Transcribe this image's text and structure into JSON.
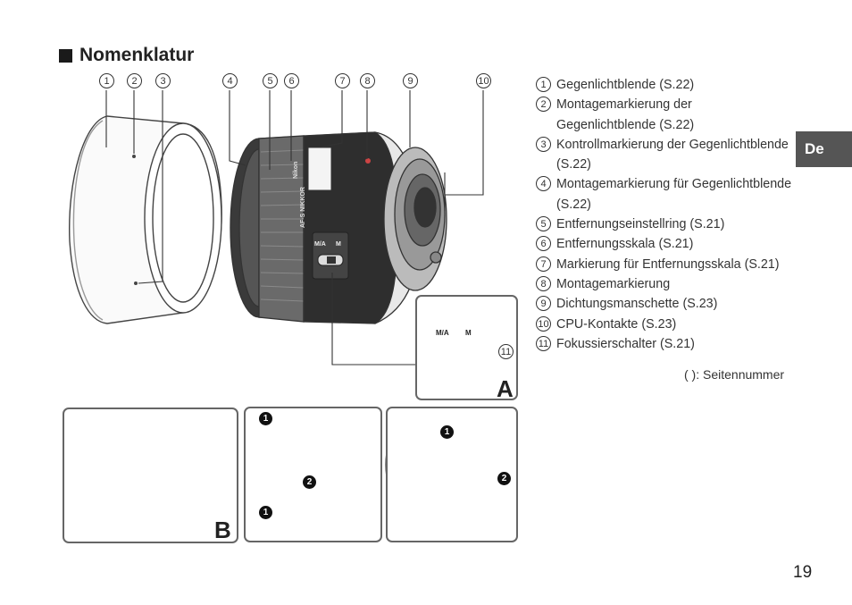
{
  "heading": "Nomenklatur",
  "lang_tab": "De",
  "page_number": "19",
  "footnote": "( ): Seitennummer",
  "callouts": [
    "1",
    "2",
    "3",
    "4",
    "5",
    "6",
    "7",
    "8",
    "9",
    "10"
  ],
  "legend": [
    {
      "num": "1",
      "text": "Gegenlichtblende (S.22)"
    },
    {
      "num": "2",
      "text": "Montagemarkierung der Gegenlichtblende (S.22)"
    },
    {
      "num": "3",
      "text": "Kontrollmarkierung der Gegenlichtblende (S.22)"
    },
    {
      "num": "4",
      "text": "Montagemarkierung für Gegenlichtblende (S.22)"
    },
    {
      "num": "5",
      "text": "Entfernungseinstellring (S.21)"
    },
    {
      "num": "6",
      "text": "Entfernungsskala (S.21)"
    },
    {
      "num": "7",
      "text": "Markierung für Entfernungsskala (S.21)"
    },
    {
      "num": "8",
      "text": "Montagemarkierung"
    },
    {
      "num": "9",
      "text": "Dichtungsmanschette (S.23)"
    },
    {
      "num": "10",
      "text": "CPU-Kontakte (S.23)"
    },
    {
      "num": "11",
      "text": "Fokussierschalter (S.21)"
    }
  ],
  "inset_a": {
    "label": "A",
    "switch_left": "M/A",
    "switch_right": "M",
    "callout": "11"
  },
  "inset_b": {
    "label": "B"
  },
  "lens_text": {
    "brand": "Nikon",
    "model": "AF-S NIKKOR",
    "switch_left": "M/A",
    "switch_right": "M"
  },
  "step_markers": [
    "1",
    "2",
    "1",
    "1",
    "2"
  ]
}
